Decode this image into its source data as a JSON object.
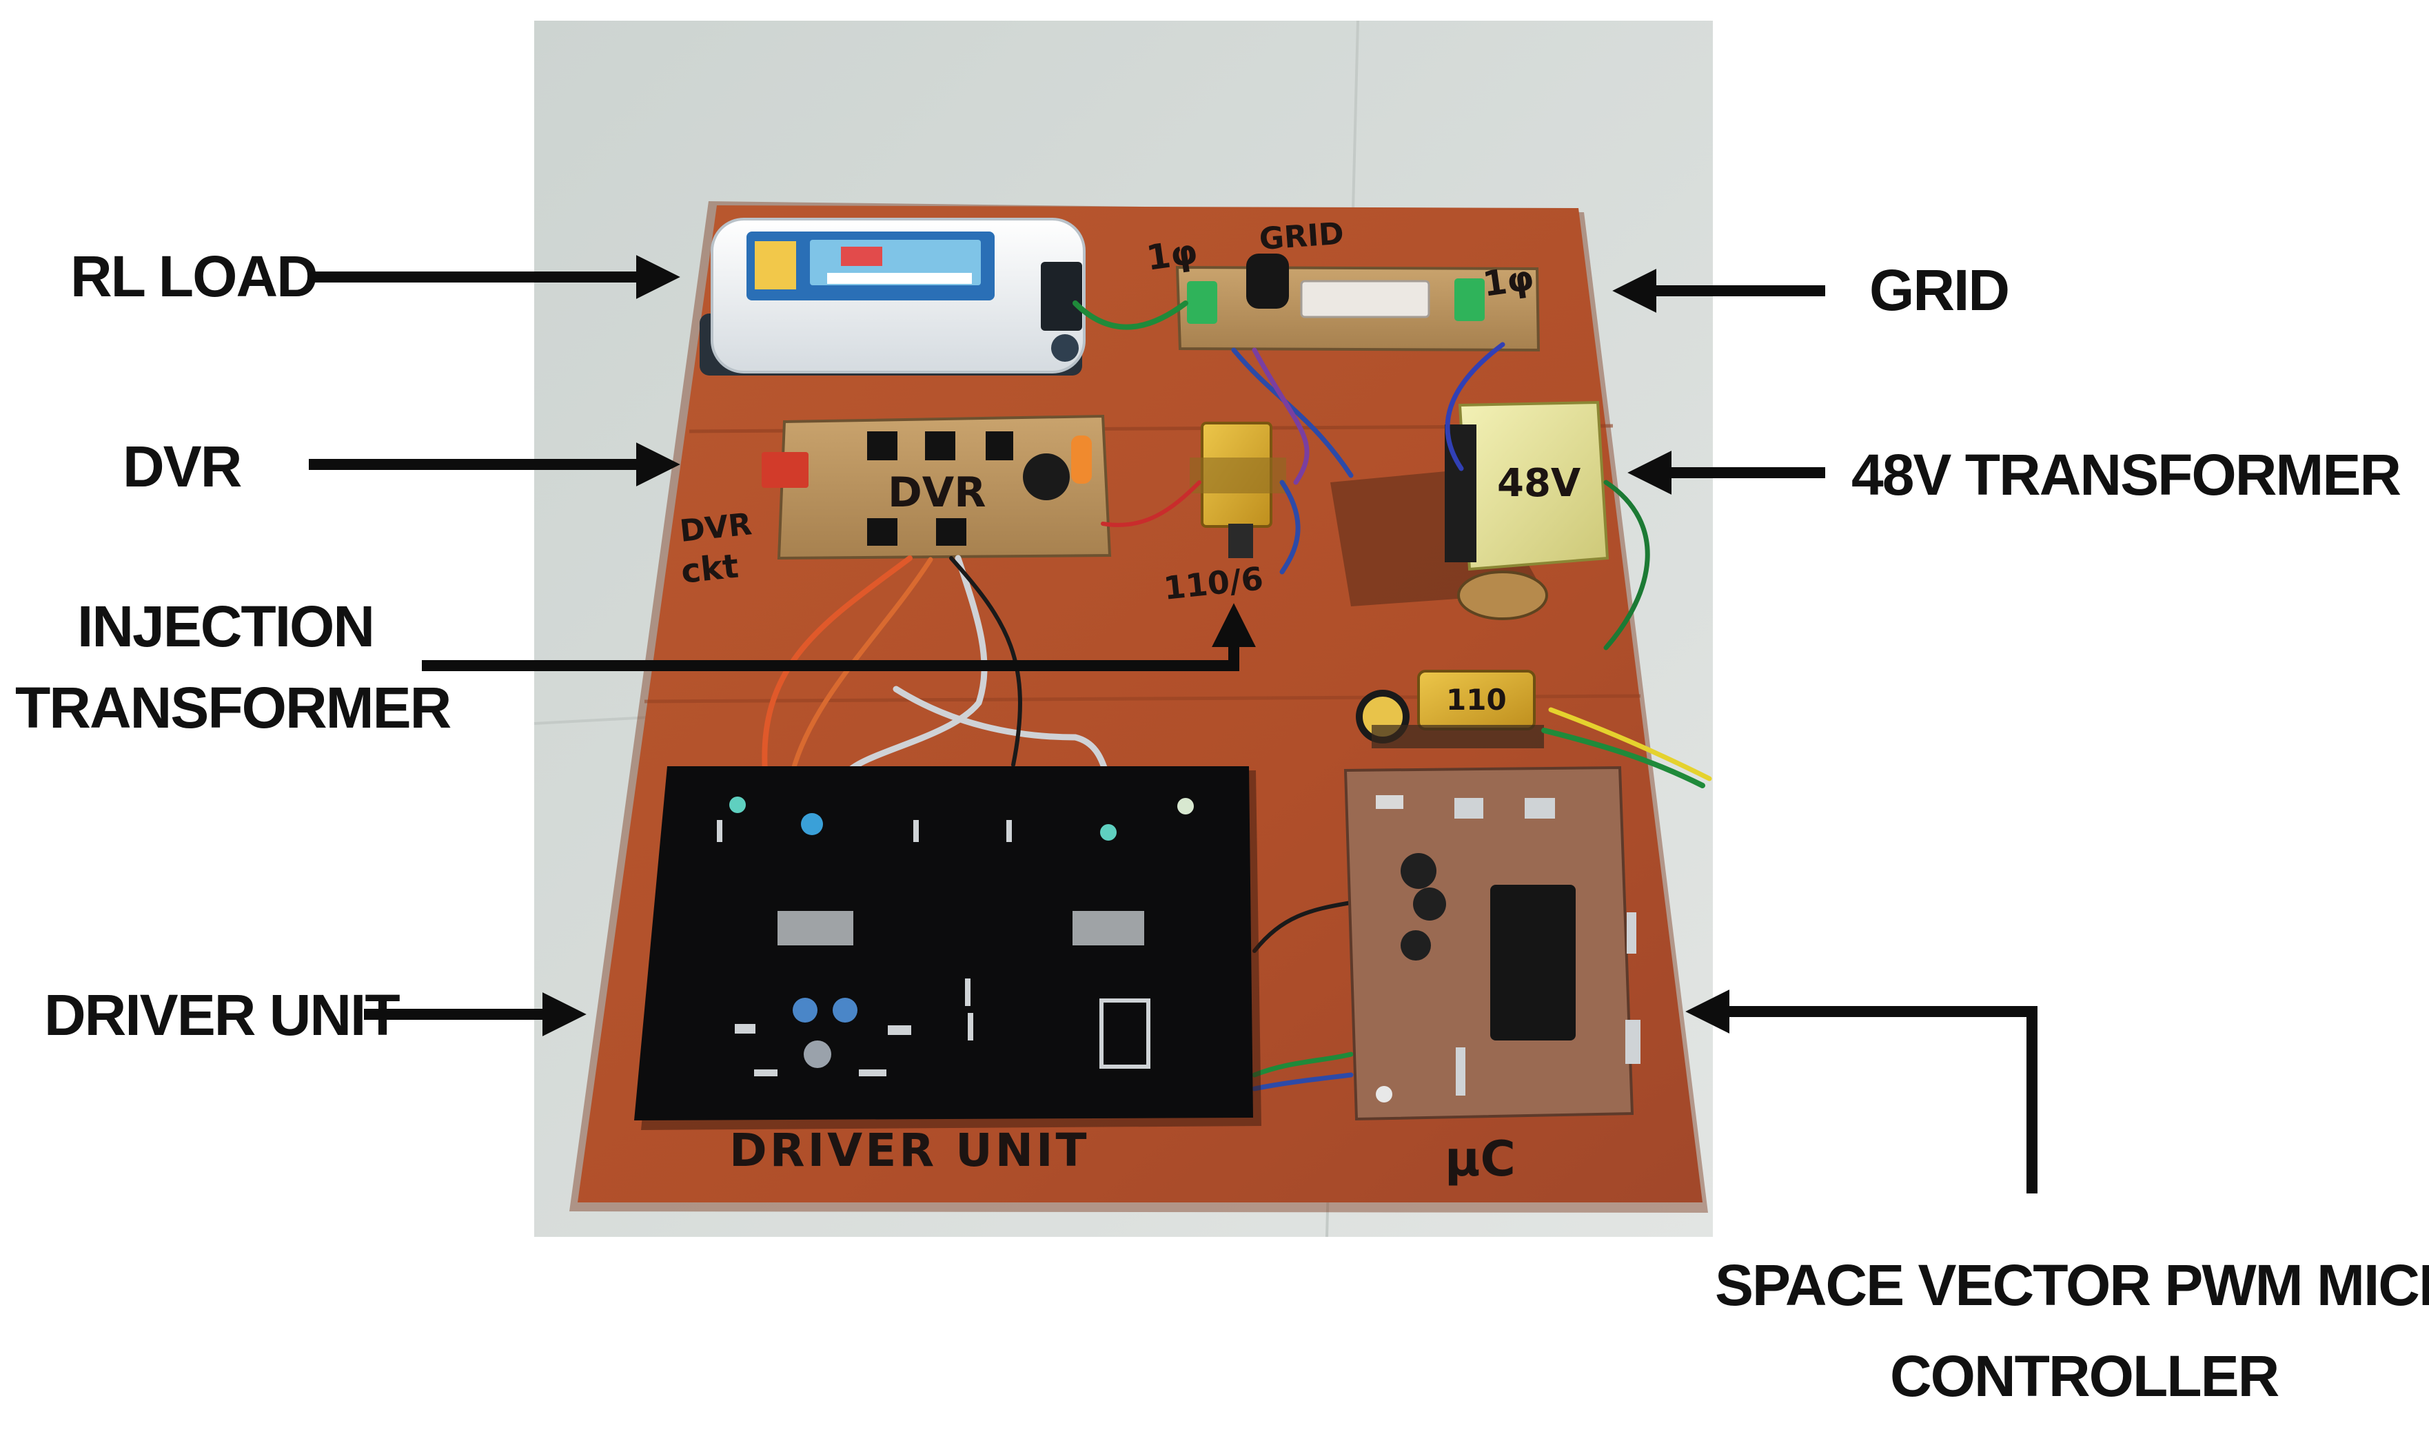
{
  "labels": {
    "rl_load": "RL LOAD",
    "grid": "GRID",
    "dvr": "DVR",
    "transformer_48v": "48V TRANSFORMER",
    "injection_line1": "INJECTION",
    "injection_line2": "TRANSFORMER",
    "driver_unit": "DRIVER UNIT",
    "svpwm_line1": "SPACE VECTOR PWM MICRO",
    "svpwm_line2": "CONTROLLER"
  },
  "board_writing": {
    "driver_unit": "DRIVER UNIT",
    "mc": "μC",
    "grid_board": "GRID",
    "one_phase_left": "1φ",
    "one_phase_right": "1φ",
    "dvr_board": "DVR",
    "dvr_side": "DVR",
    "ckt": "ckt",
    "inj_ratio": "110/6",
    "tr48": "48V",
    "tr110": "110"
  },
  "colors": {
    "board": "#b5552e",
    "board_dark": "#8f3f21",
    "background": "#d6dbd8",
    "pcb_black": "#0c0c0d",
    "pcb_brown": "#9a6a52",
    "transformer_yellow": "#e2b635"
  }
}
